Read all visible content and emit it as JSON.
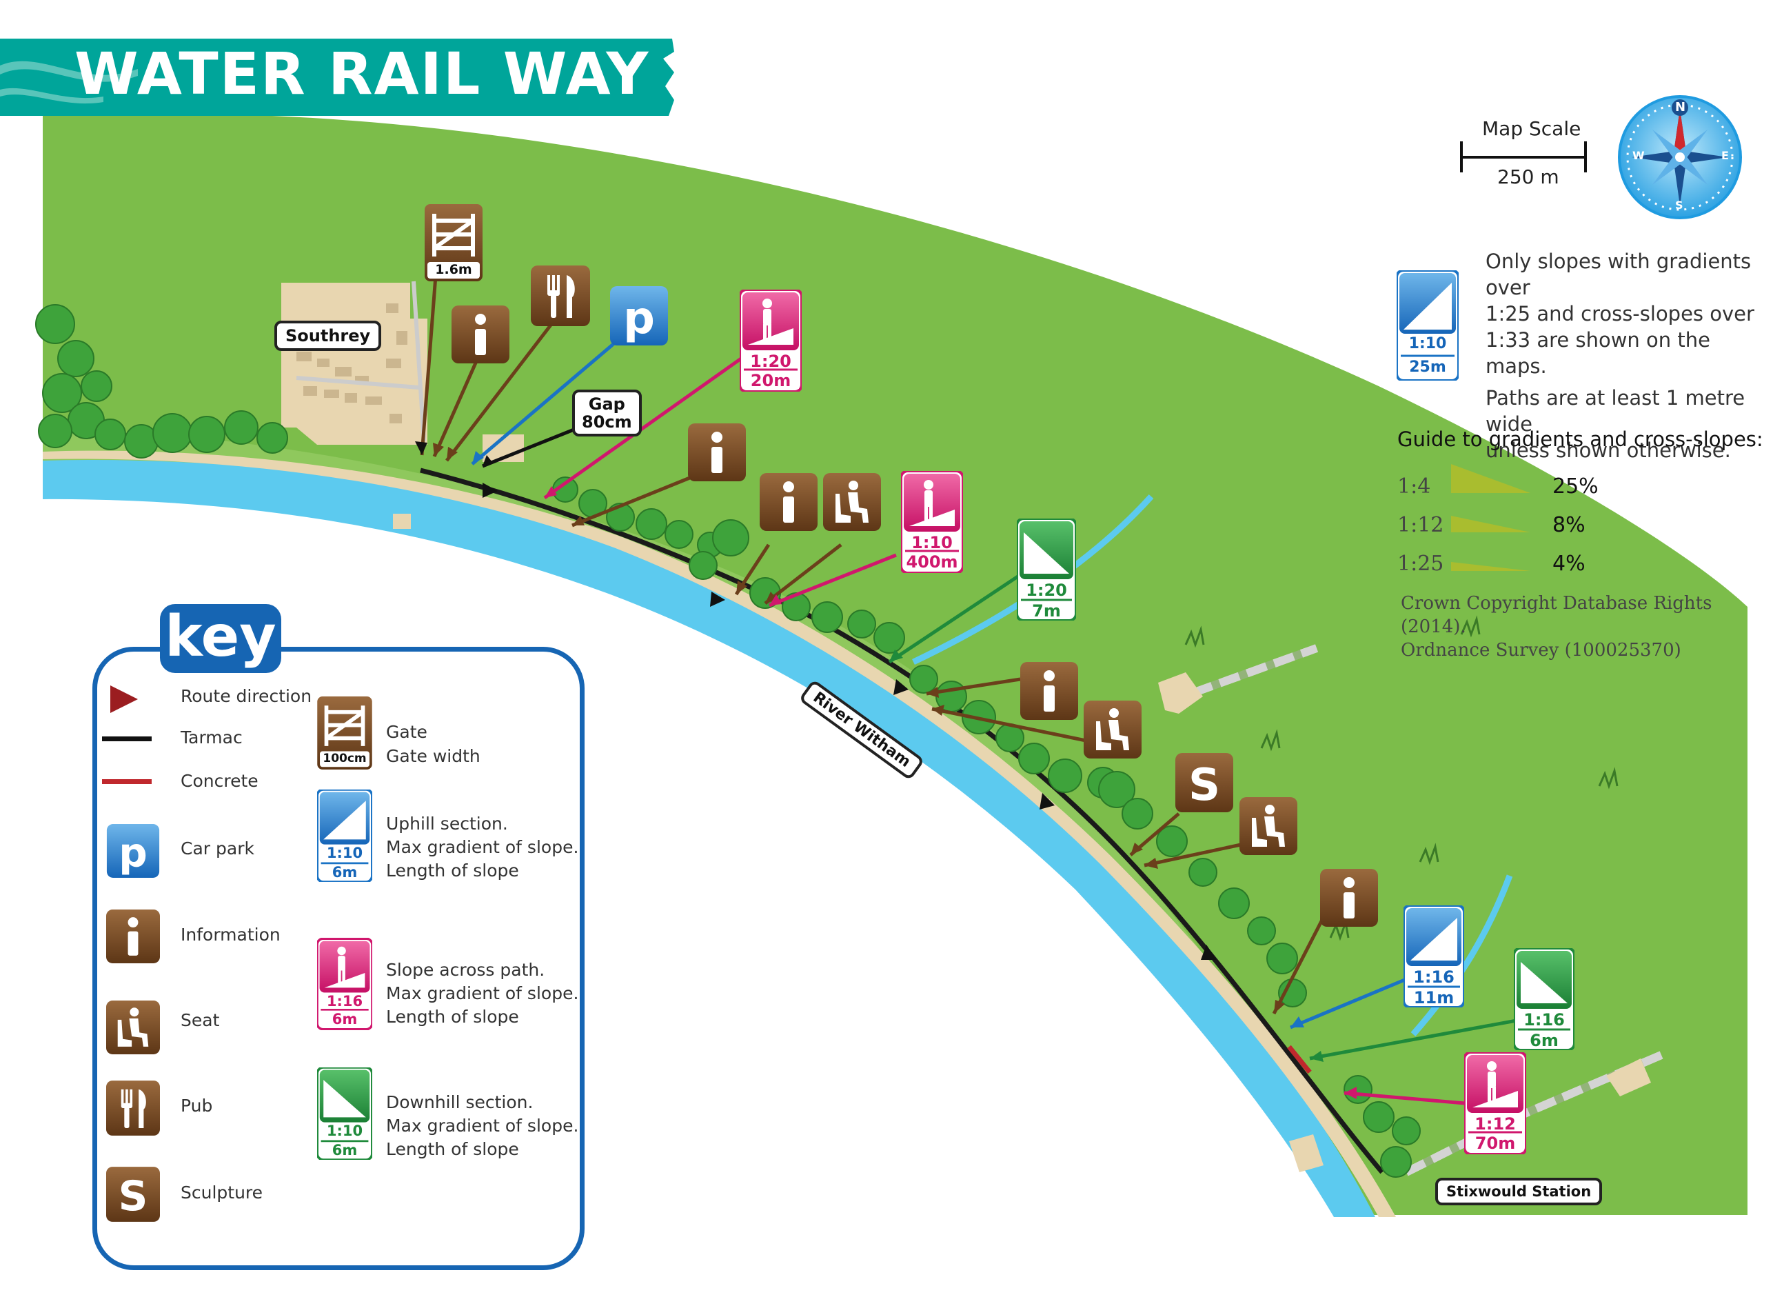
{
  "title": "WATER RAIL WAY",
  "map_scale": {
    "label": "Map Scale",
    "distance": "250 m"
  },
  "compass": {
    "n": "N",
    "e": "E",
    "s": "S",
    "w": "W"
  },
  "place_labels": {
    "southrey": "Southrey",
    "stixwould": "Stixwould Station",
    "river": "River Witham",
    "gap": "Gap\n80cm"
  },
  "slope_note": {
    "sample_ratio": "1:10",
    "sample_length": "25m",
    "line1": "Only slopes with gradients over",
    "line2": "1:25 and cross-slopes over",
    "line3": "1:33 are shown on the maps.",
    "line4": "Paths are at least 1 metre wide",
    "line5": "unless shown otherwise."
  },
  "guide": {
    "heading": "Guide to gradients and cross-slopes:",
    "rows": [
      {
        "ratio": "1:4",
        "percent": "25%"
      },
      {
        "ratio": "1:12",
        "percent": "8%"
      },
      {
        "ratio": "1:25",
        "percent": "4%"
      }
    ]
  },
  "copyright": {
    "line1": "Crown Copyright Database Rights (2014).",
    "line2": "Ordnance Survey (100025370)"
  },
  "key": {
    "title": "key",
    "route_direction": "Route direction",
    "tarmac": "Tarmac",
    "concrete": "Concrete",
    "car_park": "Car park",
    "information": "Information",
    "seat": "Seat",
    "pub": "Pub",
    "sculpture": "Sculpture",
    "gate": "Gate",
    "gate_width": "Gate width",
    "gate_sample": "100cm",
    "uphill": "Uphill section.",
    "uphill_ratio": "1:10",
    "uphill_length": "6m",
    "cross": "Slope across path.",
    "cross_ratio": "1:16",
    "cross_length": "6m",
    "downhill": "Downhill section.",
    "downhill_ratio": "1:10",
    "downhill_length": "6m",
    "max_gradient": "Max gradient of slope.",
    "length_of_slope": "Length of slope"
  },
  "map_markers": {
    "gate_width": "1.6m",
    "cross1_ratio": "1:20",
    "cross1_len": "20m",
    "cross2_ratio": "1:10",
    "cross2_len": "400m",
    "down1_ratio": "1:20",
    "down1_len": "7m",
    "up1_ratio": "1:16",
    "up1_len": "11m",
    "down2_ratio": "1:16",
    "down2_len": "6m",
    "cross3_ratio": "1:12",
    "cross3_len": "70m"
  },
  "colors": {
    "grass": "#7cbd4a",
    "river": "#5ccaef",
    "path": "#e8d6b0",
    "brown": "#6b3f1b",
    "blue": "#1a73c5",
    "magenta": "#d0176d",
    "green": "#1f8a3b",
    "teal": "#00a59a",
    "olive": "#a9bd2f"
  },
  "icons": {
    "info": "information-icon",
    "pub": "pub-fork-knife-icon",
    "parking": "parking-p-icon",
    "seat": "seat-person-icon",
    "sculpture": "sculpture-s-icon",
    "gate": "gate-icon",
    "uphill": "uphill-slope-icon",
    "downhill": "downhill-slope-icon",
    "cross": "cross-slope-walker-icon",
    "compass": "compass-icon"
  }
}
